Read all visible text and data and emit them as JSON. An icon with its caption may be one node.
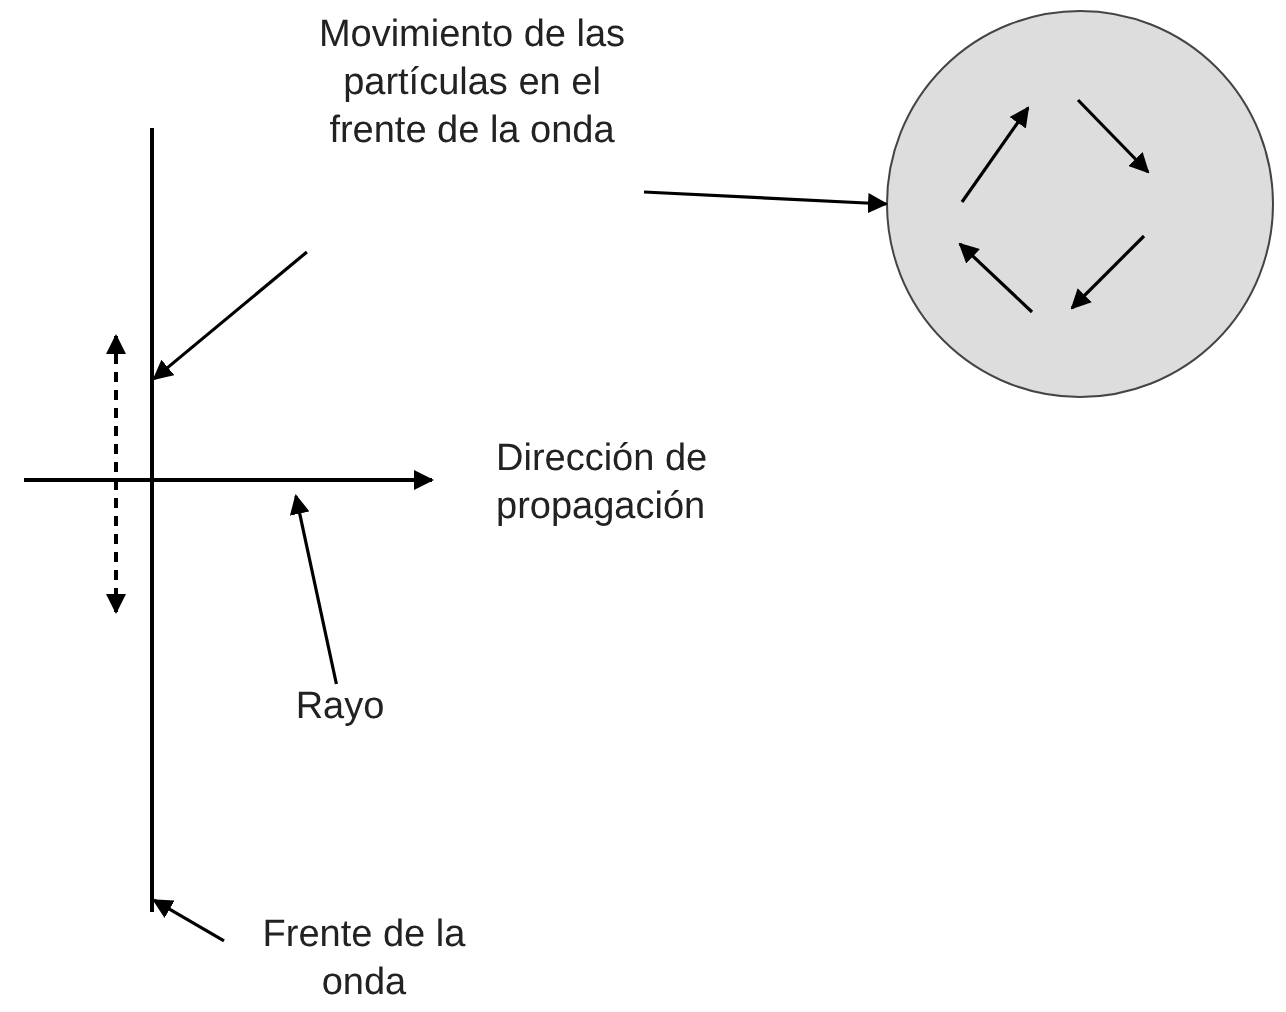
{
  "diagram": {
    "nodes": [
      {
        "text": [
          "Movimiento de las partículas en el frente de la onda"
        ]
      },
      {
        "text": [],
        "shape": "circle"
      },
      {
        "text": [],
        "shape": "bar"
      },
      {
        "text": [],
        "shape": "arrow",
        "beside": [
          "Dirección de propagación"
        ]
      },
      {
        "text": [
          "Rayo"
        ]
      },
      {
        "text": [
          "Frente de la onda"
        ]
      }
    ],
    "edges": [
      {
        "from": 0,
        "to": 1,
        "arrow": "to"
      },
      {
        "from": 0,
        "to": 2,
        "arrow": "to"
      },
      {
        "from": 4,
        "to": 3,
        "arrow": "to"
      },
      {
        "from": 5,
        "to": 2,
        "arrow": "to"
      }
    ]
  }
}
